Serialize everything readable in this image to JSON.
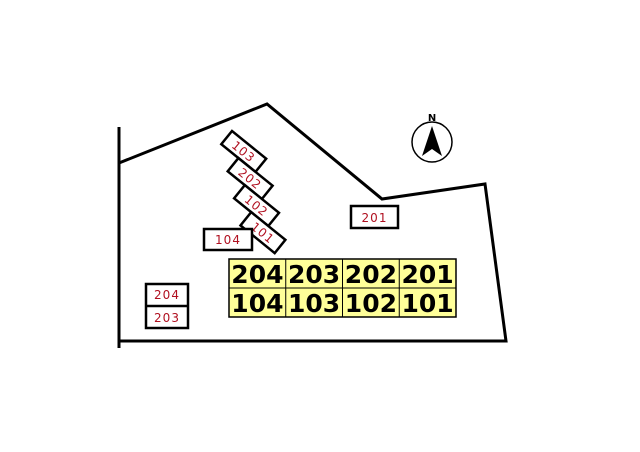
{
  "site_plan": {
    "compass": {
      "label": "N"
    },
    "building_units": {
      "upper_row": [
        "204",
        "203",
        "202",
        "201"
      ],
      "lower_row": [
        "104",
        "103",
        "102",
        "101"
      ],
      "fill_color": "#ffff99"
    },
    "parking_spaces": {
      "diagonal": [
        "103",
        "202",
        "102",
        "101"
      ],
      "right": "201",
      "center_left": "104",
      "left_stack": [
        "204",
        "203"
      ],
      "label_color": "#b01020"
    }
  }
}
